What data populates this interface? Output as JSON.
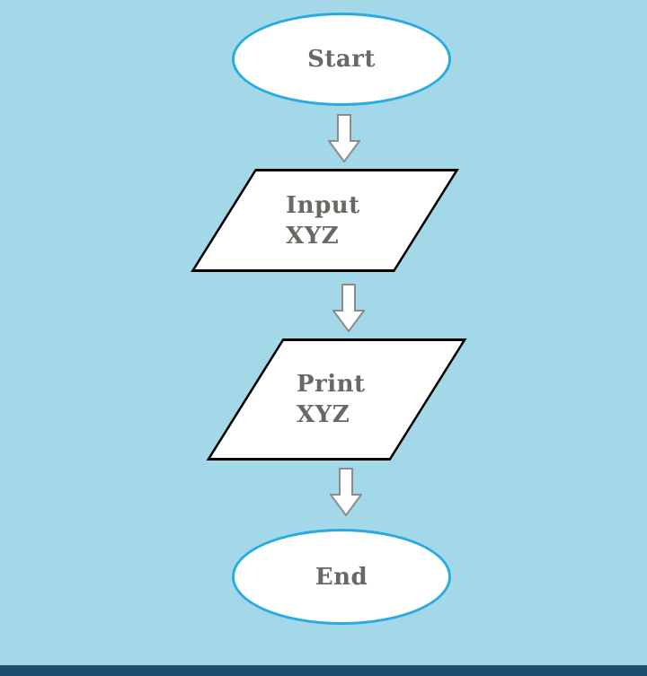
{
  "diagram": {
    "type": "flowchart",
    "nodes": [
      {
        "id": "start",
        "shape": "terminator",
        "label": "Start"
      },
      {
        "id": "input-xyz",
        "shape": "input-output",
        "label": "Input XYZ",
        "line1": "Input",
        "line2": "XYZ"
      },
      {
        "id": "print-xyz",
        "shape": "input-output",
        "label": "Print XYZ",
        "line1": "Print",
        "line2": "XYZ"
      },
      {
        "id": "end",
        "shape": "terminator",
        "label": "End"
      }
    ],
    "connectors": [
      {
        "from": "start",
        "to": "input-xyz",
        "type": "arrow-down"
      },
      {
        "from": "input-xyz",
        "to": "print-xyz",
        "type": "arrow-down"
      },
      {
        "from": "print-xyz",
        "to": "end",
        "type": "arrow-down"
      }
    ]
  },
  "colors": {
    "background": "#a3d8e8",
    "terminator_fill": "#ffffff",
    "terminator_border": "#29abe2",
    "io_fill": "#ffffff",
    "io_border": "#000000",
    "arrow_fill": "#ffffff",
    "arrow_stroke": "#8c8c8c",
    "text": "#6b6864",
    "bottom_bar": "#1c4e70"
  }
}
